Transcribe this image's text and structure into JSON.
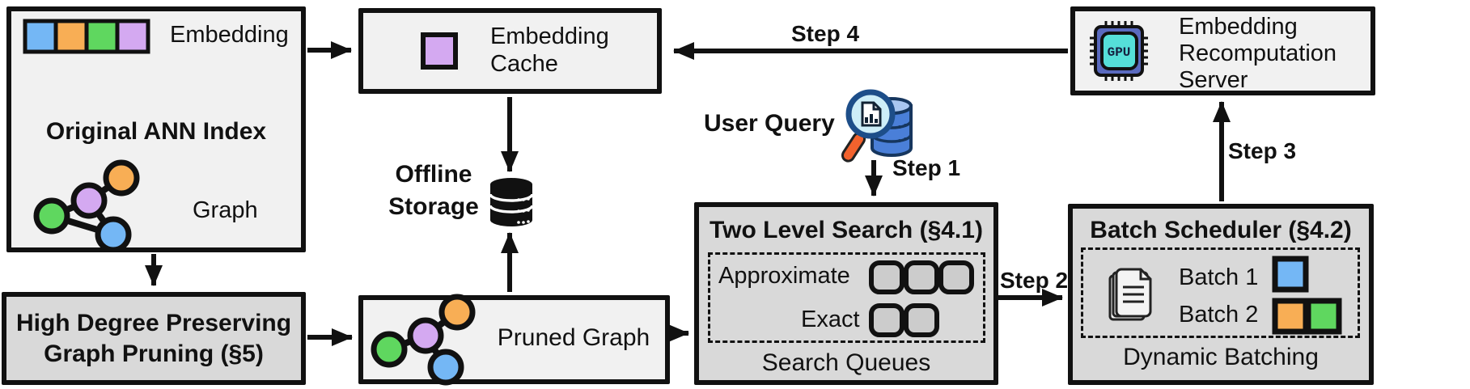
{
  "colors": {
    "blue": "#74b7f5",
    "orange": "#f8ae55",
    "green": "#5fd75f",
    "purple": "#d4a9f1",
    "queue_fill": "#cccccc",
    "box_light": "#f1f1f1",
    "box_dark": "#d9d9d9",
    "outline": "#111111",
    "chip_body": "#5a6abf",
    "chip_core": "#55dfd8",
    "query_glass": "#cdeef8",
    "query_handle": "#f2622d",
    "query_db": "#4a7fd8",
    "query_db_top": "#a9c6f0",
    "doc_fill": "#f4f4f4"
  },
  "icons": {
    "embedding_vector": "four-color-vector-strip",
    "graph": "node-link-graph",
    "storage_db": "database-cylinder",
    "user_query": "magnifier-over-database",
    "documents": "stacked-documents",
    "gpu_chip": "gpu-chip"
  },
  "original_index": {
    "title": "Original ANN Index",
    "embedding_label": "Embedding",
    "graph_label": "Graph"
  },
  "pruning": {
    "line1": "High Degree Preserving",
    "line2": "Graph Pruning (§5)"
  },
  "cache": {
    "line1": "Embedding",
    "line2": "Cache"
  },
  "storage": {
    "line1": "Offline",
    "line2": "Storage"
  },
  "pruned_graph": {
    "label": "Pruned Graph"
  },
  "user_query": {
    "label": "User Query"
  },
  "steps": {
    "step1": "Step 1",
    "step2": "Step 2",
    "step3": "Step 3",
    "step4": "Step 4"
  },
  "two_level_search": {
    "title": "Two Level Search (§4.1)",
    "row1": "Approximate",
    "row2": "Exact",
    "footer": "Search Queues"
  },
  "batch_scheduler": {
    "title": "Batch Scheduler (§4.2)",
    "batch1": "Batch 1",
    "batch2": "Batch 2",
    "footer": "Dynamic Batching"
  },
  "server": {
    "line1": "Embedding",
    "line2": "Recomputation",
    "line3": "Server",
    "chip_label": "GPU"
  }
}
